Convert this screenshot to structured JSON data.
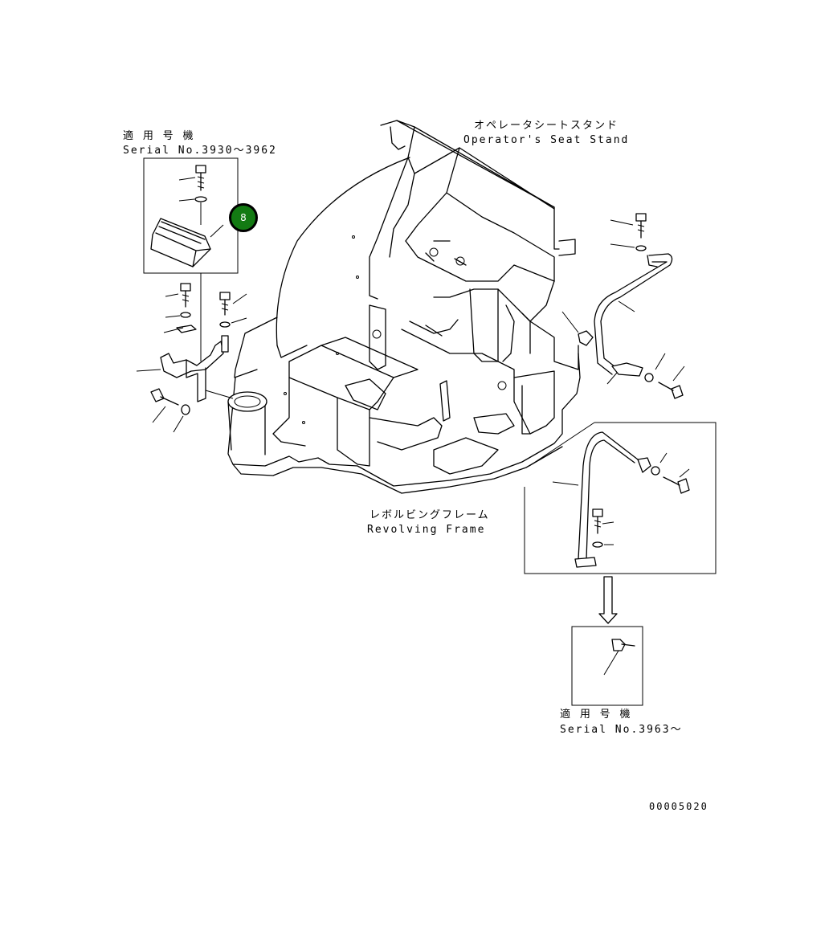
{
  "labels": {
    "serial_range_jp": "適 用 号 機",
    "serial_range": "Serial No.3930～3962",
    "seat_stand_jp": "オペレータシートスタンド",
    "seat_stand": "Operator's Seat Stand",
    "revolving_frame_jp": "レボルビングフレーム",
    "revolving_frame": "Revolving Frame",
    "serial_from_jp": "適 用 号 機",
    "serial_from": "Serial No.3963～",
    "drawing_number": "00005020"
  },
  "callout": {
    "number": "8",
    "color": "#137a13"
  },
  "icons": [
    "bolt-icon",
    "washer-icon",
    "arrow-down-icon"
  ]
}
